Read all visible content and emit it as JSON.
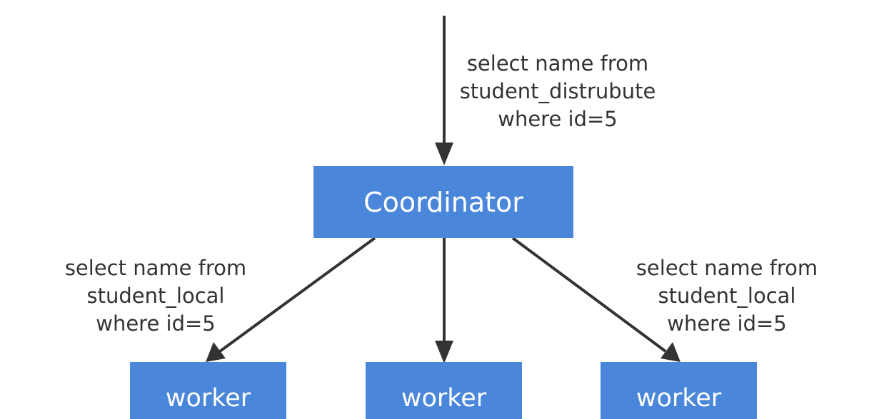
{
  "colors": {
    "node_fill": "#4a86da",
    "node_text": "#ffffff",
    "edge": "#333333",
    "label_text": "#333333"
  },
  "nodes": {
    "coordinator": "Coordinator",
    "workers": [
      "worker",
      "worker",
      "worker"
    ]
  },
  "queries": {
    "incoming": [
      "select name from",
      "student_distrubute",
      "where id=5"
    ],
    "left": [
      "select name from",
      "student_local",
      "where id=5"
    ],
    "right": [
      "select name from",
      "student_local",
      "where id=5"
    ]
  }
}
